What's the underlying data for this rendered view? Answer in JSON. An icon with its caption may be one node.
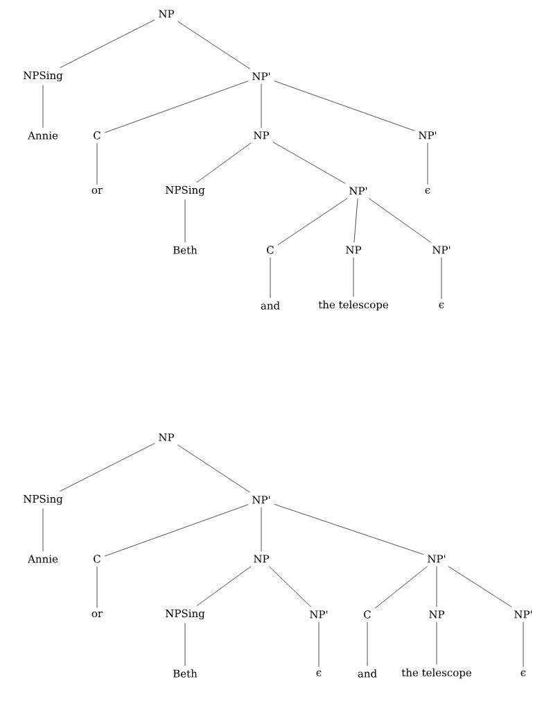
{
  "diagram": {
    "nodes": [
      {
        "text": [
          "NP"
        ]
      },
      {
        "text": [
          "NPSing"
        ]
      },
      {
        "text": [
          "NP'"
        ]
      },
      {
        "text": [
          "Annie"
        ]
      },
      {
        "text": [
          "C"
        ]
      },
      {
        "text": [
          "NP"
        ]
      },
      {
        "text": [
          "NP'"
        ]
      },
      {
        "text": [
          "or"
        ]
      },
      {
        "text": [
          "NPSing"
        ]
      },
      {
        "text": [
          "NP'"
        ]
      },
      {
        "text": [
          "ϵ"
        ]
      },
      {
        "text": [
          "Beth"
        ]
      },
      {
        "text": [
          "C"
        ]
      },
      {
        "text": [
          "NP"
        ]
      },
      {
        "text": [
          "NP'"
        ]
      },
      {
        "text": [
          "and"
        ]
      },
      {
        "text": [
          "the telescope"
        ]
      },
      {
        "text": [
          "ϵ"
        ]
      },
      {
        "text": [
          "NP"
        ]
      },
      {
        "text": [
          "NPSing"
        ]
      },
      {
        "text": [
          "NP'"
        ]
      },
      {
        "text": [
          "Annie"
        ]
      },
      {
        "text": [
          "C"
        ]
      },
      {
        "text": [
          "NP"
        ]
      },
      {
        "text": [
          "NP'"
        ]
      },
      {
        "text": [
          "or"
        ]
      },
      {
        "text": [
          "NPSing"
        ]
      },
      {
        "text": [
          "NP'"
        ]
      },
      {
        "text": [
          "C"
        ]
      },
      {
        "text": [
          "NP"
        ]
      },
      {
        "text": [
          "NP'"
        ]
      },
      {
        "text": [
          "Beth"
        ]
      },
      {
        "text": [
          "ϵ"
        ]
      },
      {
        "text": [
          "and"
        ]
      },
      {
        "text": [
          "the telescope"
        ]
      },
      {
        "text": [
          "ϵ"
        ]
      }
    ],
    "edges": [
      {
        "from": 0,
        "to": 1,
        "arrow": "none"
      },
      {
        "from": 0,
        "to": 2,
        "arrow": "none"
      },
      {
        "from": 1,
        "to": 3,
        "arrow": "none"
      },
      {
        "from": 2,
        "to": 4,
        "arrow": "none"
      },
      {
        "from": 2,
        "to": 5,
        "arrow": "none"
      },
      {
        "from": 2,
        "to": 6,
        "arrow": "none"
      },
      {
        "from": 4,
        "to": 7,
        "arrow": "none"
      },
      {
        "from": 5,
        "to": 8,
        "arrow": "none"
      },
      {
        "from": 5,
        "to": 9,
        "arrow": "none"
      },
      {
        "from": 6,
        "to": 10,
        "arrow": "none"
      },
      {
        "from": 8,
        "to": 11,
        "arrow": "none"
      },
      {
        "from": 9,
        "to": 12,
        "arrow": "none"
      },
      {
        "from": 9,
        "to": 13,
        "arrow": "none"
      },
      {
        "from": 9,
        "to": 14,
        "arrow": "none"
      },
      {
        "from": 12,
        "to": 15,
        "arrow": "none"
      },
      {
        "from": 13,
        "to": 16,
        "arrow": "none"
      },
      {
        "from": 14,
        "to": 17,
        "arrow": "none"
      },
      {
        "from": 18,
        "to": 19,
        "arrow": "none"
      },
      {
        "from": 18,
        "to": 20,
        "arrow": "none"
      },
      {
        "from": 19,
        "to": 21,
        "arrow": "none"
      },
      {
        "from": 20,
        "to": 22,
        "arrow": "none"
      },
      {
        "from": 20,
        "to": 23,
        "arrow": "none"
      },
      {
        "from": 20,
        "to": 24,
        "arrow": "none"
      },
      {
        "from": 22,
        "to": 25,
        "arrow": "none"
      },
      {
        "from": 23,
        "to": 26,
        "arrow": "none"
      },
      {
        "from": 23,
        "to": 27,
        "arrow": "none"
      },
      {
        "from": 24,
        "to": 28,
        "arrow": "none"
      },
      {
        "from": 24,
        "to": 29,
        "arrow": "none"
      },
      {
        "from": 24,
        "to": 30,
        "arrow": "none"
      },
      {
        "from": 26,
        "to": 31,
        "arrow": "none"
      },
      {
        "from": 27,
        "to": 32,
        "arrow": "none"
      },
      {
        "from": 28,
        "to": 33,
        "arrow": "none"
      },
      {
        "from": 29,
        "to": 34,
        "arrow": "none"
      },
      {
        "from": 30,
        "to": 35,
        "arrow": "none"
      }
    ]
  }
}
